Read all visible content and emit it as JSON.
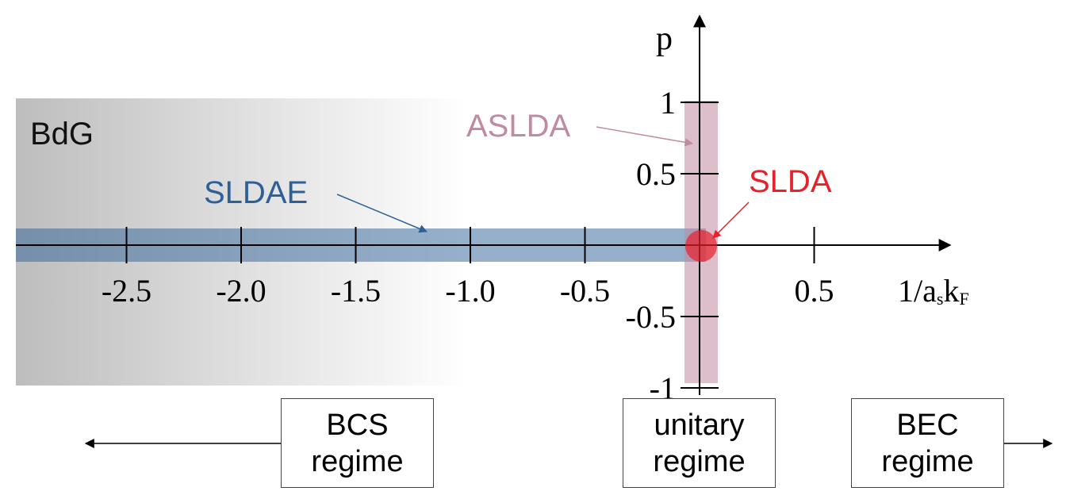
{
  "x_axis": {
    "label_main": "1/a",
    "label_sub1": "s",
    "label_mid": "k",
    "label_sub2": "F",
    "ticks": [
      {
        "value": -2.5,
        "label": "-2.5"
      },
      {
        "value": -2.0,
        "label": "-2.0"
      },
      {
        "value": -1.5,
        "label": "-1.5"
      },
      {
        "value": -1.0,
        "label": "-1.0"
      },
      {
        "value": -0.5,
        "label": "-0.5"
      },
      {
        "value": 0.5,
        "label": "0.5"
      }
    ]
  },
  "y_axis": {
    "label": "p",
    "ticks": [
      {
        "value": 1,
        "label": "1"
      },
      {
        "value": 0.5,
        "label": "0.5"
      },
      {
        "value": -0.5,
        "label": "-0.5"
      },
      {
        "value": -1,
        "label": "-1"
      }
    ]
  },
  "regions": {
    "bdg": {
      "label": "BdG"
    },
    "sldae": {
      "label": "SLDAE",
      "color": "#2e6098"
    },
    "aslda": {
      "label": "ASLDA",
      "color": "#c18aa3"
    },
    "slda": {
      "label": "SLDA",
      "color": "#e8202a"
    }
  },
  "regimes": {
    "bcs": {
      "line1": "BCS",
      "line2": "regime"
    },
    "unitary": {
      "line1": "unitary",
      "line2": "regime"
    },
    "bec": {
      "line1": "BEC",
      "line2": "regime"
    }
  }
}
